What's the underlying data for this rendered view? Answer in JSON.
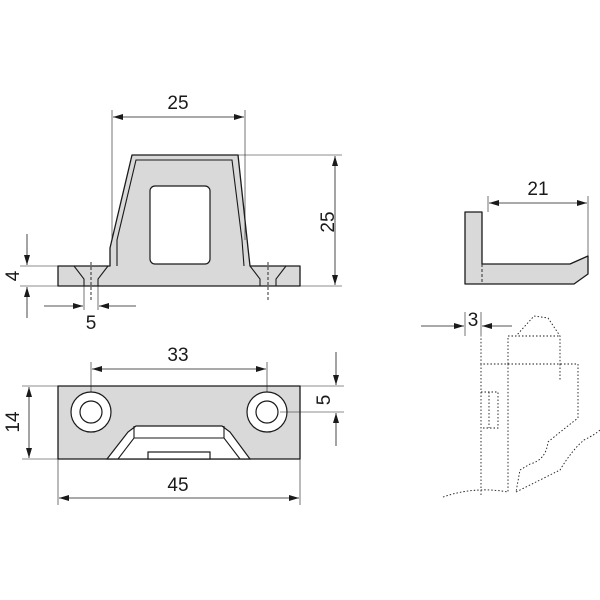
{
  "dimensions": {
    "top_width": "25",
    "top_height": "25",
    "base_thickness": "4",
    "hole_offset": "5",
    "hole_spacing": "33",
    "plate_height": "14",
    "hole_diameter": "5",
    "plate_length": "45",
    "side_length": "21",
    "side_thickness": "3"
  }
}
